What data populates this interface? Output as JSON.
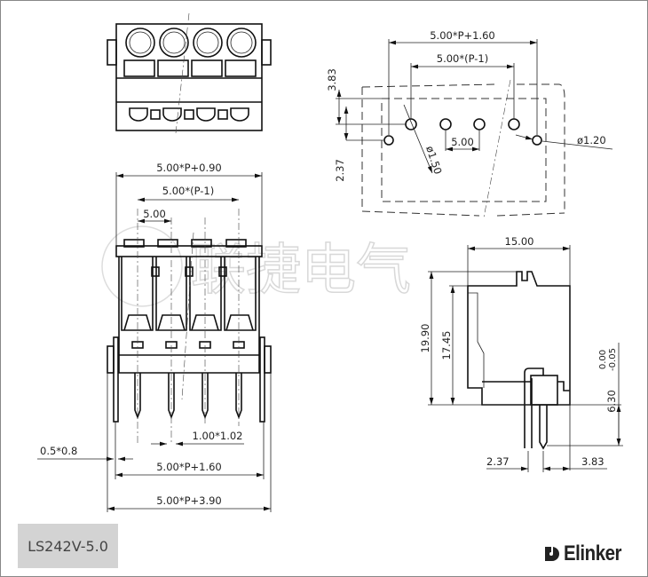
{
  "watermark": "联捷电气",
  "top_view": {},
  "pcb_layout": {
    "dim_overall": "5.00*P+1.60",
    "dim_pitch_span": "5.00*(P-1)",
    "dim_pitch": "5.00",
    "dim_offset_top": "3.83",
    "dim_offset_row": "2.37",
    "hole_large": "ø1.50",
    "hole_small": "ø1.20"
  },
  "front_view": {
    "dim_overall": "5.00*P+0.90",
    "dim_pitch_span": "5.00*(P-1)",
    "dim_pitch": "5.00",
    "dim_pin": "1.00*1.02",
    "dim_plate": "0.5*0.8",
    "dim_pin_span": "5.00*P+1.60",
    "dim_total": "5.00*P+3.90"
  },
  "side_view": {
    "dim_width": "15.00",
    "dim_height_total": "19.90",
    "dim_height_body": "17.45",
    "dim_pin_len": "6.30",
    "tol_upper": "0.00",
    "tol_lower": "-0.05",
    "dim_pin_left": "2.37",
    "dim_pin_right": "3.83"
  },
  "part_number": "LS242V-5.0",
  "brand": "Elinker"
}
